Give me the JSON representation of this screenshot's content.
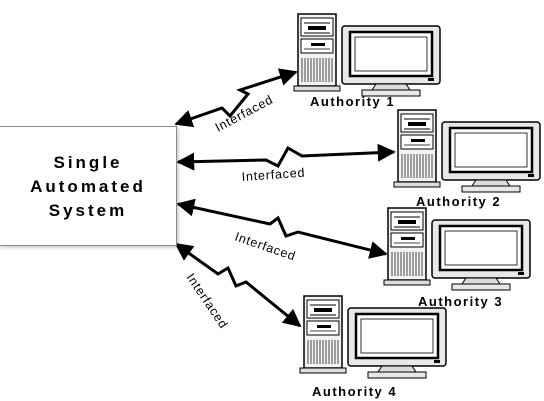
{
  "system": {
    "line1": "Single",
    "line2": "Automated",
    "line3": "System"
  },
  "connections": [
    {
      "label": "Interfaced",
      "target": "Authority 1"
    },
    {
      "label": "Interfaced",
      "target": "Authority 2"
    },
    {
      "label": "Interfaced",
      "target": "Authority 3"
    },
    {
      "label": "Interfaced",
      "target": "Authority 4"
    }
  ],
  "authorities": [
    {
      "label": "Authority 1"
    },
    {
      "label": "Authority 2"
    },
    {
      "label": "Authority 3"
    },
    {
      "label": "Authority 4"
    }
  ],
  "icons": {
    "computer": "desktop-computer-icon",
    "link": "lightning-bolt-link"
  }
}
